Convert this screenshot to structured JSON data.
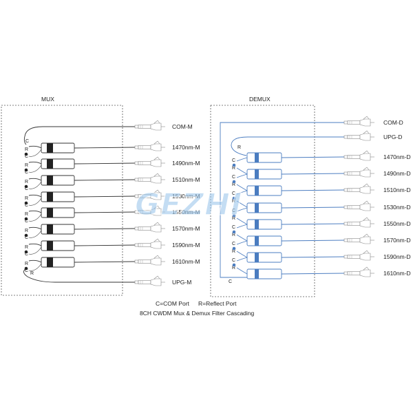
{
  "mux": {
    "title": "MUX",
    "com_label": "COM-M",
    "upg_label": "UPG-M",
    "channels": [
      "1470nm-M",
      "1490nm-M",
      "1510nm-M",
      "1530nm-M",
      "1550nm-M",
      "1570nm-M",
      "1590nm-M",
      "1610nm-M"
    ]
  },
  "demux": {
    "title": "DEMUX",
    "com_label": "COM-D",
    "upg_label": "UPG-D",
    "channels": [
      "1470nm-D",
      "1490nm-D",
      "1510nm-D",
      "1530nm-D",
      "1550nm-D",
      "1570nm-D",
      "1590nm-D",
      "1610nm-D"
    ]
  },
  "port_letters": {
    "com": "C",
    "reflect": "R"
  },
  "legend": {
    "com": "C=COM Port",
    "reflect": "R=Reflect Port",
    "caption": "8CH CWDM Mux & Demux Filter Cascading"
  },
  "watermark": "GEZHI",
  "colors": {
    "mux_line": "#333333",
    "demux_line": "#4a7cc0",
    "watermark": "#9ec8ec"
  }
}
